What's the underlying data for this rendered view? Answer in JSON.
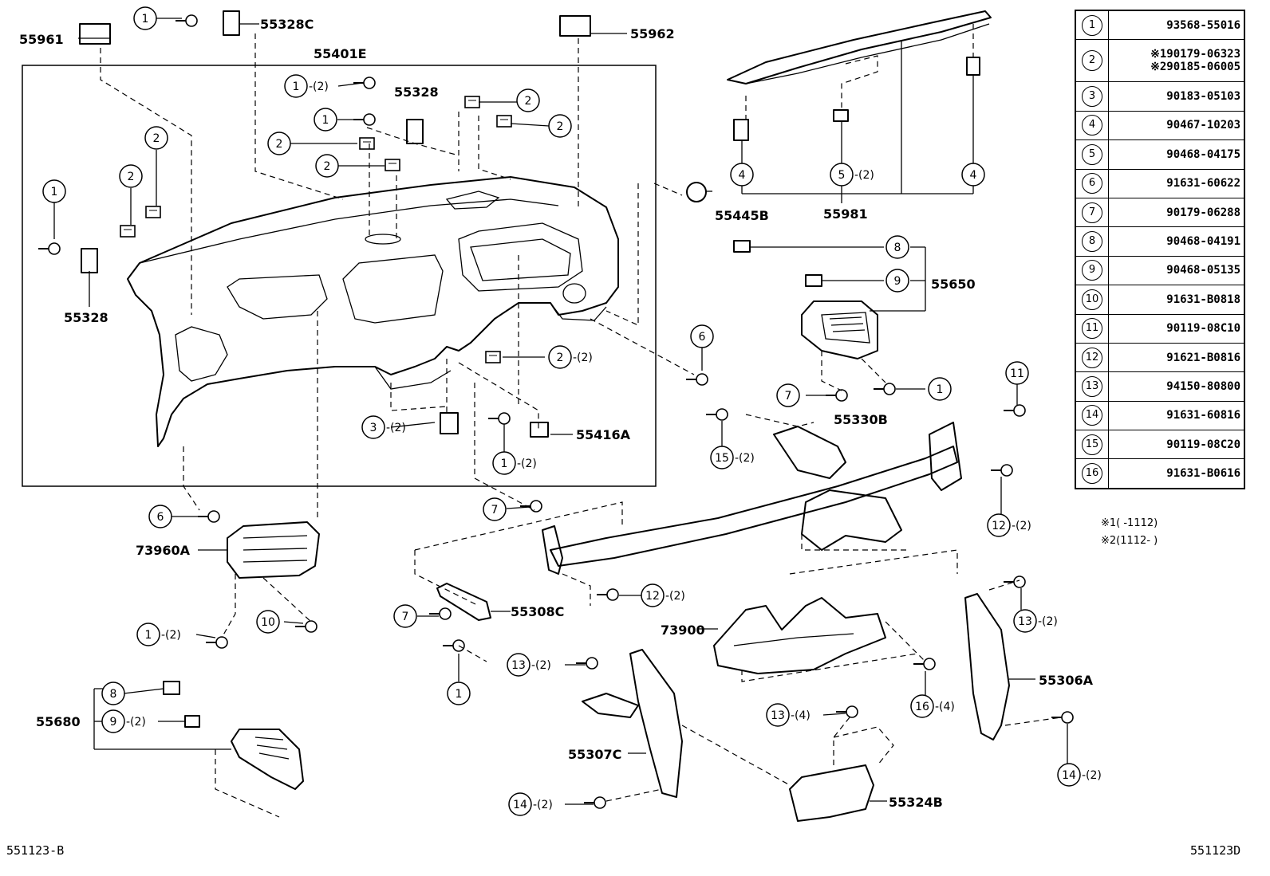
{
  "labels": {
    "p55961": "55961",
    "p55328C": "55328C",
    "p55401E": "55401E",
    "p55962": "55962",
    "p55328_top": "55328",
    "p55328_left": "55328",
    "p55445B": "55445B",
    "p55981": "55981",
    "p55650": "55650",
    "p55330B": "55330B",
    "p55416A": "55416A",
    "p73960A": "73960A",
    "p55308C": "55308C",
    "p73900": "73900",
    "p55306A": "55306A",
    "p55680": "55680",
    "p55307C": "55307C",
    "p55324B": "55324B"
  },
  "qty": {
    "q2": "-(2)",
    "q4": "-(4)"
  },
  "legend": [
    {
      "n": "1",
      "part": "93568-55016"
    },
    {
      "n": "2",
      "part": "※190179-06323",
      "part2": "※290185-06005"
    },
    {
      "n": "3",
      "part": "90183-05103"
    },
    {
      "n": "4",
      "part": "90467-10203"
    },
    {
      "n": "5",
      "part": "90468-04175"
    },
    {
      "n": "6",
      "part": "91631-60622"
    },
    {
      "n": "7",
      "part": "90179-06288"
    },
    {
      "n": "8",
      "part": "90468-04191"
    },
    {
      "n": "9",
      "part": "90468-05135"
    },
    {
      "n": "10",
      "part": "91631-B0818"
    },
    {
      "n": "11",
      "part": "90119-08C10"
    },
    {
      "n": "12",
      "part": "91621-B0816"
    },
    {
      "n": "13",
      "part": "94150-80800"
    },
    {
      "n": "14",
      "part": "91631-60816"
    },
    {
      "n": "15",
      "part": "90119-08C20"
    },
    {
      "n": "16",
      "part": "91631-B0616"
    }
  ],
  "notes": {
    "n1": "※1(    -1112)",
    "n2": "※2(1112-    )"
  },
  "codes": {
    "left": "551123-B",
    "right": "551123D"
  }
}
